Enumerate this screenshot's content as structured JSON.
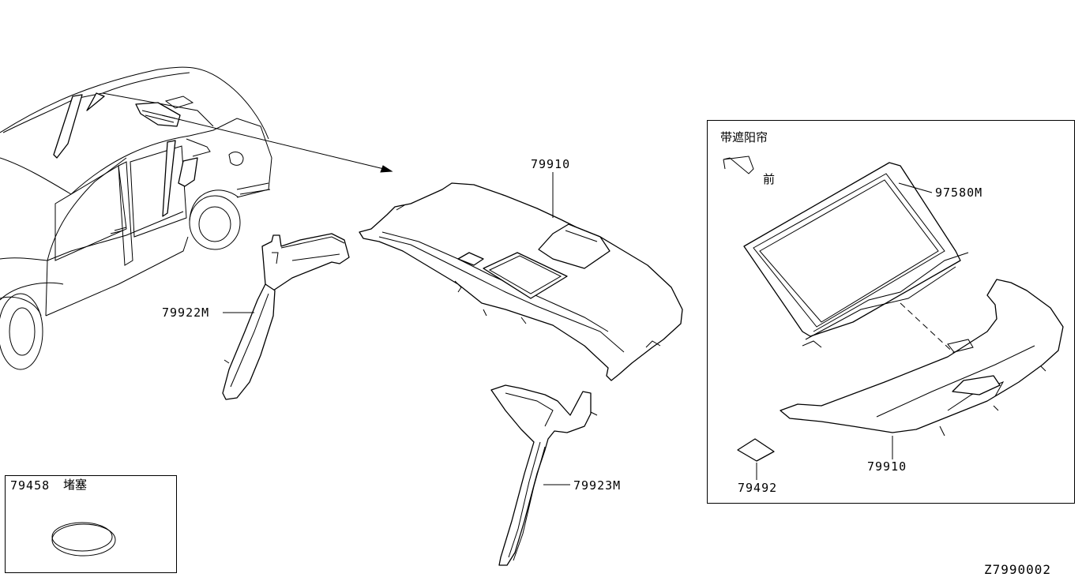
{
  "labels": {
    "headlining_main": "79910",
    "pillar_front": "79922M",
    "pillar_rear": "79923M",
    "sunshade_mechanism": "97580M",
    "headlining_sunshade": "79910",
    "pad": "79492",
    "diagram_code": "Z7990002"
  },
  "sunshade_box": {
    "title": "带遮阳帘",
    "front_word": "前"
  },
  "plug_box": {
    "part_number": "79458",
    "name": "堵塞"
  }
}
